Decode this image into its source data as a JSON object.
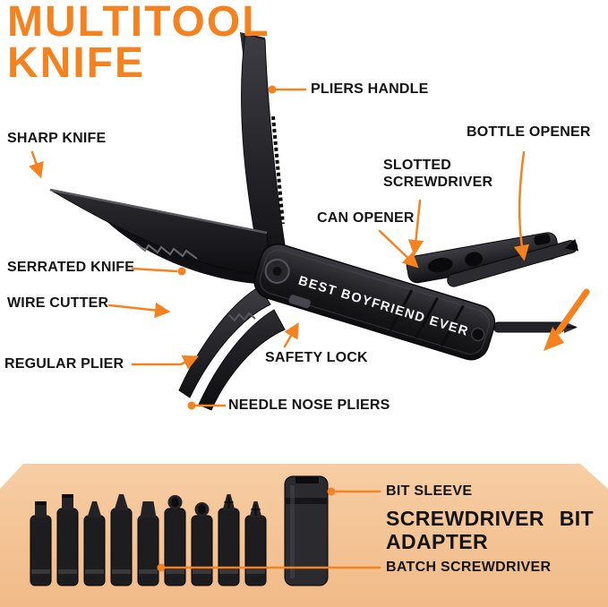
{
  "colors": {
    "accent": "#F5821F",
    "panel_top": "#F7CEA4",
    "panel_bottom": "#F1BA88",
    "label": "#141414",
    "tool_dark": "#1b1b1e"
  },
  "title": {
    "line1": "MULTITOOL",
    "line2": "KNIFE"
  },
  "callouts": {
    "pliers_handle": "PLIERS HANDLE",
    "sharp_knife": "SHARP KNIFE",
    "bottle_opener": "BOTTLE OPENER",
    "slotted_screwdriver": "SLOTTED SCREWDRIVER",
    "can_opener": "CAN OPENER",
    "serrated_knife": "SERRATED KNIFE",
    "wire_cutter": "WIRE CUTTER",
    "regular_plier": "REGULAR PLIER",
    "safety_lock": "SAFETY LOCK",
    "needle_nose_pliers": "NEEDLE NOSE PLIERS"
  },
  "engraving": "BEST BOYFRIEND EVER",
  "bottom_panel": {
    "bit_sleeve": "BIT SLEEVE",
    "adapter_line1": "SCREWDRIVER BIT",
    "adapter_line2": "ADAPTER",
    "batch_screwdriver": "BATCH SCREWDRIVER"
  }
}
